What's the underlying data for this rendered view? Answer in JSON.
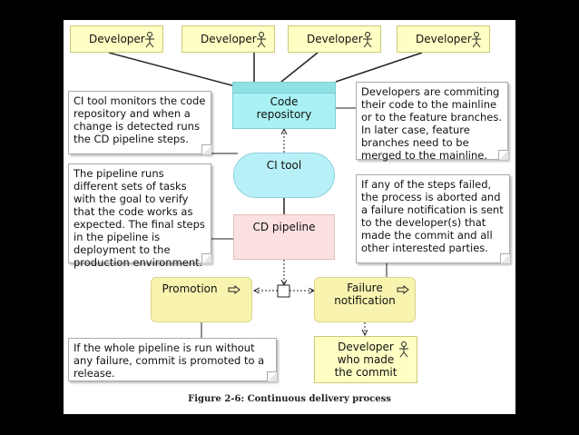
{
  "diagram": {
    "developers": [
      "Developer",
      "Developer",
      "Developer",
      "Developer"
    ],
    "repository": "Code\nrepository",
    "ci_tool": "CI tool",
    "cd_pipeline": "CD pipeline",
    "promotion": "Promotion",
    "failure_notification": "Failure\nnotification",
    "developer_commit": "Developer\nwho made\nthe commit",
    "notes": {
      "ci_monitor": "CI tool monitors the code repository and when a change is detected runs the CD pipeline steps.",
      "developers_commit": "Developers are commiting their code to the mainline or to the feature branches. In later case, feature branches need to be merged to the mainline.",
      "pipeline_tasks": "The pipeline runs different sets of tasks with the goal to verify that the code works as expected. The final steps in the pipeline is deployment to the production environment.",
      "failed_steps": "If any of the steps failed, the process is aborted and a failure notification is sent to the developer(s) that made the commit and all other interested parties.",
      "promoted": "If the whole pipeline is run without any failure, commit is promoted to a release."
    },
    "caption": "Figure 2-6: Continuous delivery process"
  },
  "colors": {
    "actor_fill": "#ffffc4",
    "repository_fill": "#a9f1f3",
    "ci_fill": "#b7f0f6",
    "pipeline_fill": "#fbe0e0",
    "process_fill": "#f8f4b0"
  },
  "icons": [
    "person-icon",
    "arrow-right-outline-icon"
  ]
}
